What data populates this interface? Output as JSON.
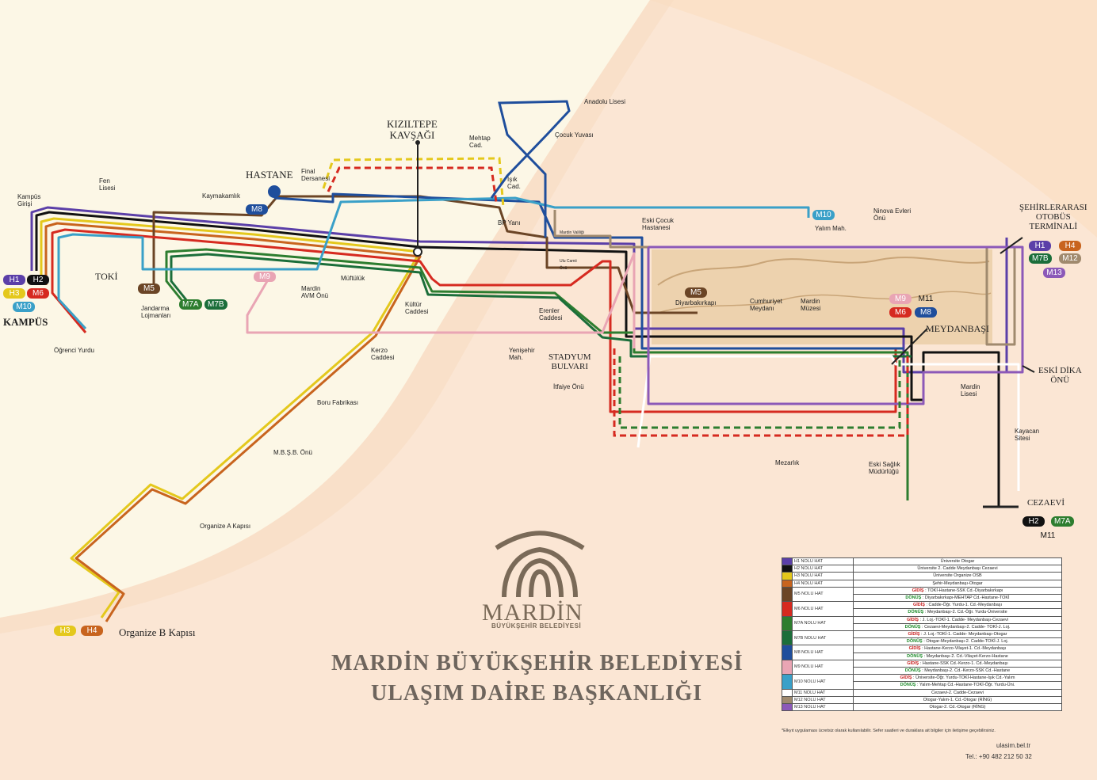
{
  "colors": {
    "H1": "#5b3fa8",
    "H2": "#111111",
    "H3": "#e4c81c",
    "H4": "#c8641e",
    "M5": "#6b4526",
    "M6": "#d62a20",
    "M7A": "#2d7d2f",
    "M7B": "#1b6e3a",
    "M8": "#1f4e9c",
    "M9": "#e9a5b4",
    "M10": "#3aa0c8",
    "M11": "#ffffff",
    "M12": "#a08a6e",
    "M13": "#8c59b8"
  },
  "labels": {
    "kizil": [
      "KIZILTEPE",
      "KAVŞAĞI"
    ],
    "hastane": "HASTANE",
    "toki": "TOKİ",
    "kampus": "KAMPÜS",
    "sehir": [
      "ŞEHİRLERARASI",
      "OTOBÜS",
      "TERMİNALİ"
    ],
    "meydanbasi": "MEYDANBAŞI",
    "eskidika": [
      "ESKİ DİKA",
      "ÖNÜ"
    ],
    "stadyum": [
      "STADYUM",
      "BULVARI"
    ],
    "cezaevi": "CEZAEVİ",
    "organize_b": "Organize B Kapısı",
    "anadolu": "Anadolu Lisesi",
    "cocuk": "Çocuk Yuvası",
    "mehtap": [
      "Mehtap",
      "Cad."
    ],
    "isik": [
      "Işık",
      "Cad."
    ],
    "final": [
      "Final",
      "Dersanesi"
    ],
    "kaymakam": "Kaymakamlık",
    "fen": [
      "Fen",
      "Lisesi"
    ],
    "kampus_giris": [
      "Kampüs",
      "Girişi"
    ],
    "bpyani": "BP Yanı",
    "eskicocuk": [
      "Eski Çocuk",
      "Hastanesi"
    ],
    "ninova": [
      "Ninova Evleri",
      "Önü"
    ],
    "yalim": "Yalım Mah.",
    "diyarbakir": "Diyarbakırkapı",
    "cumhuriyet": [
      "Cumhuriyet",
      "Meydanı"
    ],
    "mardin_muzesi": [
      "Mardin",
      "Müzesi"
    ],
    "jandarma": [
      "Jandarma",
      "Lojmanları"
    ],
    "avm": [
      "Mardin",
      "AVM Önü"
    ],
    "mufuluk": "Müftülük",
    "kultur": [
      "Kültür",
      "Caddesi"
    ],
    "erenler": [
      "Erenler",
      "Caddesi"
    ],
    "yenisehir": [
      "Yenişehir",
      "Mah."
    ],
    "kerzo": [
      "Kerzo",
      "Caddesi"
    ],
    "ogrenci": "Öğrenci Yurdu",
    "boru": "Boru Fabrikası",
    "mbsb": "M.B.Ş.B. Önü",
    "organize_a": "Organize A Kapısı",
    "itfaiye": "İtfaiye Önü",
    "mezarlik": "Mezarlık",
    "eski_saglik": [
      "Eski Sağlık",
      "Müdürlüğü"
    ],
    "mardin_lisesi": [
      "Mardin",
      "Lisesi"
    ],
    "kayacan": [
      "Kayacan",
      "Sitesi"
    ],
    "mardin_valiligi": "Mardin Valiliği",
    "ulucami": [
      "Ulu Camii",
      "Önü"
    ]
  },
  "badges": {
    "H1": "H1",
    "H2": "H2",
    "H3": "H3",
    "H4": "H4",
    "M5": "M5",
    "M6": "M6",
    "M7A": "M7A",
    "M7B": "M7B",
    "M8": "M8",
    "M9": "M9",
    "M10": "M10",
    "M11": "M11",
    "M12": "M12",
    "M13": "M13"
  },
  "logo": {
    "word": "MARDİN",
    "sub": "BÜYÜKŞEHİR BELEDİYESİ"
  },
  "title": [
    "MARDİN BÜYÜKŞEHİR BELEDİYESİ",
    "ULAŞIM  DAİRE BAŞKANLIĞI"
  ],
  "legend": [
    {
      "line": "H1",
      "name": "H1 NOLU HAT",
      "rows": [
        {
          "t": "",
          "text": "Üniversite Otogar"
        }
      ]
    },
    {
      "line": "H2",
      "name": "H2 NOLU HAT",
      "rows": [
        {
          "t": "",
          "text": "Üniversite 2. Cadde Meydanbaşı Cezaevi"
        }
      ]
    },
    {
      "line": "H3",
      "name": "H3 NOLU HAT",
      "rows": [
        {
          "t": "",
          "text": "Üniversite Organize OSB"
        }
      ]
    },
    {
      "line": "H4",
      "name": "H4 NOLU HAT",
      "rows": [
        {
          "t": "",
          "text": "Şehir-Meydanbaşı-Otogar"
        }
      ]
    },
    {
      "line": "M5",
      "name": "M5 NOLU HAT",
      "rows": [
        {
          "t": "GİDİŞ",
          "text": "TOKİ-Hastane-SSK Cd.-Diyarbakırkapı"
        },
        {
          "t": "DÖNÜŞ",
          "text": "Diyarbakırkapı-MEHTAP Cd.-Hastane-TOKİ"
        }
      ]
    },
    {
      "line": "M6",
      "name": "M6 NOLU HAT",
      "rows": [
        {
          "t": "GİDİŞ",
          "text": "Cadde-Öğr. Yurdu-1. Cd.-Meydanbaşı"
        },
        {
          "t": "DÖNÜŞ",
          "text": "Meydanbaşı-2. Cd.-Öğr. Yurdu-Üniversite"
        }
      ]
    },
    {
      "line": "M7A",
      "name": "M7A NOLU HAT",
      "rows": [
        {
          "t": "GİDİŞ",
          "text": "J. Loj.-TOKİ-1. Cadde- Meydanbaşı-Cezaevi"
        },
        {
          "t": "DÖNÜŞ",
          "text": "Cezaevi-Meydanbaşı-2. Cadde- TOKİ-J. Loj."
        }
      ]
    },
    {
      "line": "M7B",
      "name": "M7B NOLU HAT",
      "rows": [
        {
          "t": "GİDİŞ",
          "text": "J. Loj.-TOKİ-1. Cadde- Meydanbaşı-Otogar"
        },
        {
          "t": "DÖNÜŞ",
          "text": "Otogar-Meydanbaşı-2. Cadde-TOKİ-J. Loj."
        }
      ]
    },
    {
      "line": "M8",
      "name": "M8 NOLU HAT",
      "rows": [
        {
          "t": "GİDİŞ",
          "text": "Hastane-Kerzo-Vilayet-1. Cd.-Meydanbaşı"
        },
        {
          "t": "DÖNÜŞ",
          "text": "Meydanbaşı-2. Cd.-Vilayet-Kerzo-Hastane"
        }
      ]
    },
    {
      "line": "M9",
      "name": "M9 NOLU HAT",
      "rows": [
        {
          "t": "GİDİŞ",
          "text": "Hastane-SSK Cd.-Kerzo-1. Cd.-Meydanbaşı"
        },
        {
          "t": "DÖNÜŞ",
          "text": "Meydanbaşı-2. Cd.-Kerzo-SSK Cd.-Hastane"
        }
      ]
    },
    {
      "line": "M10",
      "name": "M10 NOLU HAT",
      "rows": [
        {
          "t": "GİDİŞ",
          "text": "Üniversite-Öğr. Yurdu-TOKİ-Hastane-Işık Cd.-Yalım"
        },
        {
          "t": "DÖNÜŞ",
          "text": "Yalım-Mehtap Cd.-Hastane-TOKİ-Öğr. Yurdu-Üni."
        }
      ]
    },
    {
      "line": "M11",
      "name": "M11 NOLU HAT",
      "rows": [
        {
          "t": "",
          "text": "Cezaevi-2. Cadde-Cezaevi"
        }
      ]
    },
    {
      "line": "M12",
      "name": "M12 NOLU HAT",
      "rows": [
        {
          "t": "",
          "text": "Otogar-Yalım-1. Cd.-Otogar (RİNG)"
        }
      ]
    },
    {
      "line": "M13",
      "name": "M13 NOLU HAT",
      "rows": [
        {
          "t": "",
          "text": "Otogar-2. Cd.-Otogar (RİNG)"
        }
      ]
    }
  ],
  "note": "*Elkyıt uygulaması ücretsiz olarak kullanılabilir. Sefer saatleri ve duraklara ait bilgiler için iletişime geçebilirsiniz.",
  "url": "ulasim.bel.tr",
  "tel": "Tel.: +90 482 212 50 32"
}
